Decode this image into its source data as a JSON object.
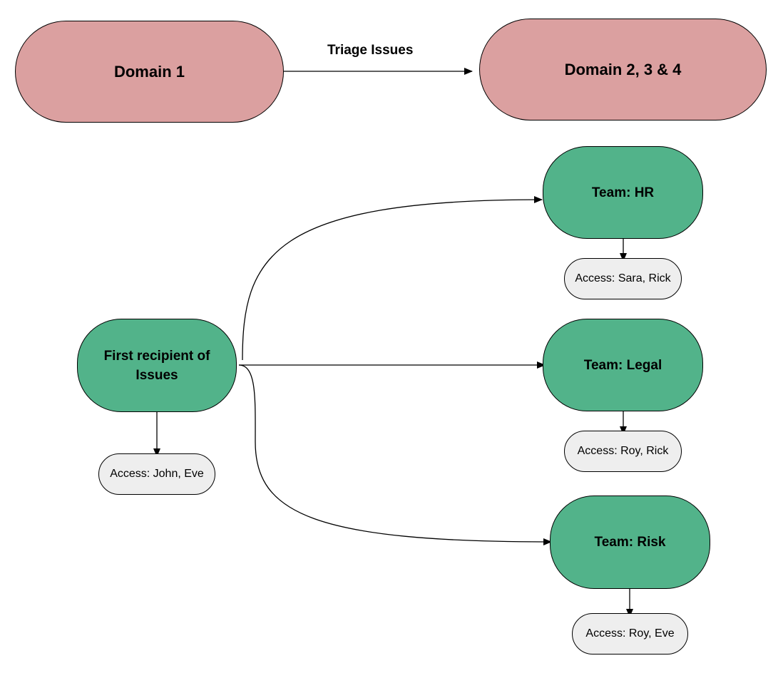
{
  "colors": {
    "domain_fill": "#dba0a0",
    "team_fill": "#52b38a",
    "access_fill": "#eeeeee",
    "stroke": "#000000",
    "background": "#ffffff"
  },
  "domains": {
    "source": "Domain 1",
    "target": "Domain 2, 3 & 4",
    "edge_label": "Triage Issues"
  },
  "first_recipient": {
    "label": "First recipient of Issues",
    "access": "Access: John, Eve"
  },
  "teams": [
    {
      "label": "Team: HR",
      "access": "Access: Sara, Rick"
    },
    {
      "label": "Team: Legal",
      "access": "Access: Roy, Rick"
    },
    {
      "label": "Team: Risk",
      "access": "Access: Roy, Eve"
    }
  ]
}
